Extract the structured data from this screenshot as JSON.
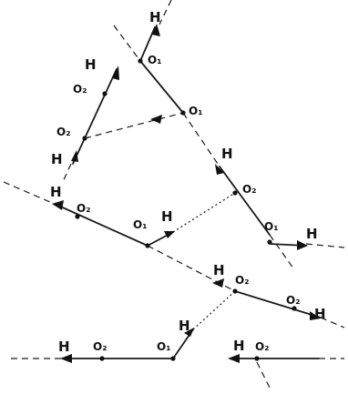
{
  "labels": {
    "h": "H",
    "o1": "O₁",
    "o2": "O₂"
  }
}
